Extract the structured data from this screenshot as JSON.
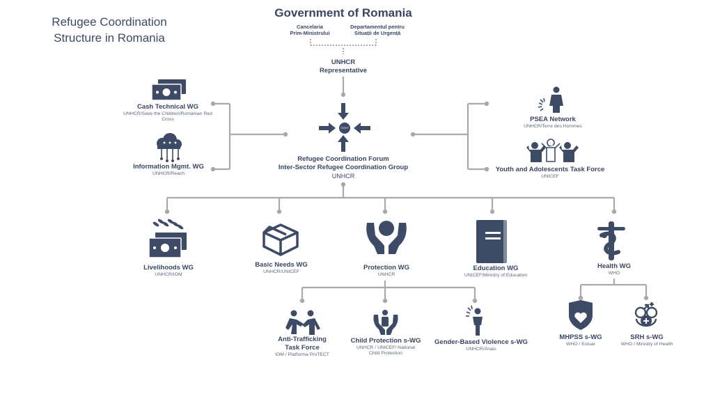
{
  "title": "Refugee Coordination Structure in Romania",
  "government": {
    "title": "Government of Romania",
    "left_office": "Cancelaria Prim-Ministrului",
    "left_line1": "Cancelaria",
    "left_line2": "Prim-Ministrului",
    "right_line1": "Departamentul pentru",
    "right_line2": "Situații de Urgență"
  },
  "unhcr_rep": {
    "line1": "UNHCR",
    "line2": "Representative"
  },
  "center_icon_label": "GOVT",
  "forum": {
    "line1": "Refugee Coordination Forum",
    "line2": "Inter-Sector Refugee Coordination Group",
    "lead": "UNHCR"
  },
  "left_groups": [
    {
      "name": "Cash Technical WG",
      "lead_line1": "UNHCR/Save the Children/Romanian Red",
      "lead_line2": "Cross",
      "icon": "cash-icon"
    },
    {
      "name": "Information Mgmt. WG",
      "lead": "UNHCR/Reach",
      "icon": "cloud-network-icon"
    }
  ],
  "right_groups": [
    {
      "name": "PSEA Network",
      "lead": "UNHCR/Terre des Hommes",
      "icon": "person-alert-icon"
    },
    {
      "name": "Youth and Adolescents Task Force",
      "lead": "UNICEF",
      "icon": "children-group-icon"
    }
  ],
  "sectors": [
    {
      "name": "Livelihoods WG",
      "lead": "UNHCR/IOM",
      "icon": "livelihoods-icon"
    },
    {
      "name": "Basic Needs WG",
      "lead": "UNHCR/UNICEF",
      "icon": "box-icon"
    },
    {
      "name": "Protection WG",
      "lead": "UNHCR",
      "icon": "protection-icon"
    },
    {
      "name": "Education WG",
      "lead": "UNICEF/Ministry of Education",
      "icon": "book-icon"
    },
    {
      "name": "Health WG",
      "lead": "WHO",
      "icon": "caduceus-icon"
    }
  ],
  "protection_subgroups": [
    {
      "name_line1": "Anti-Trafficking",
      "name_line2": "Task Force",
      "lead": "IOM / Platforma ProTECT",
      "icon": "anti-trafficking-icon"
    },
    {
      "name": "Child Protection s-WG",
      "lead_line1": "UNHCR / UNICEF/ National",
      "lead_line2": "Child Protection",
      "icon": "child-protection-icon"
    },
    {
      "name": "Gender-Based Violence s-WG",
      "lead": "UNHCR/Anais",
      "icon": "gbv-icon"
    }
  ],
  "health_subgroups": [
    {
      "name": "MHPSS s-WG",
      "lead": "WHO / Estuar",
      "icon": "heart-shield-icon"
    },
    {
      "name": "SRH s-WG",
      "lead": "WHO / Ministry of Health",
      "icon": "srh-icon"
    }
  ]
}
